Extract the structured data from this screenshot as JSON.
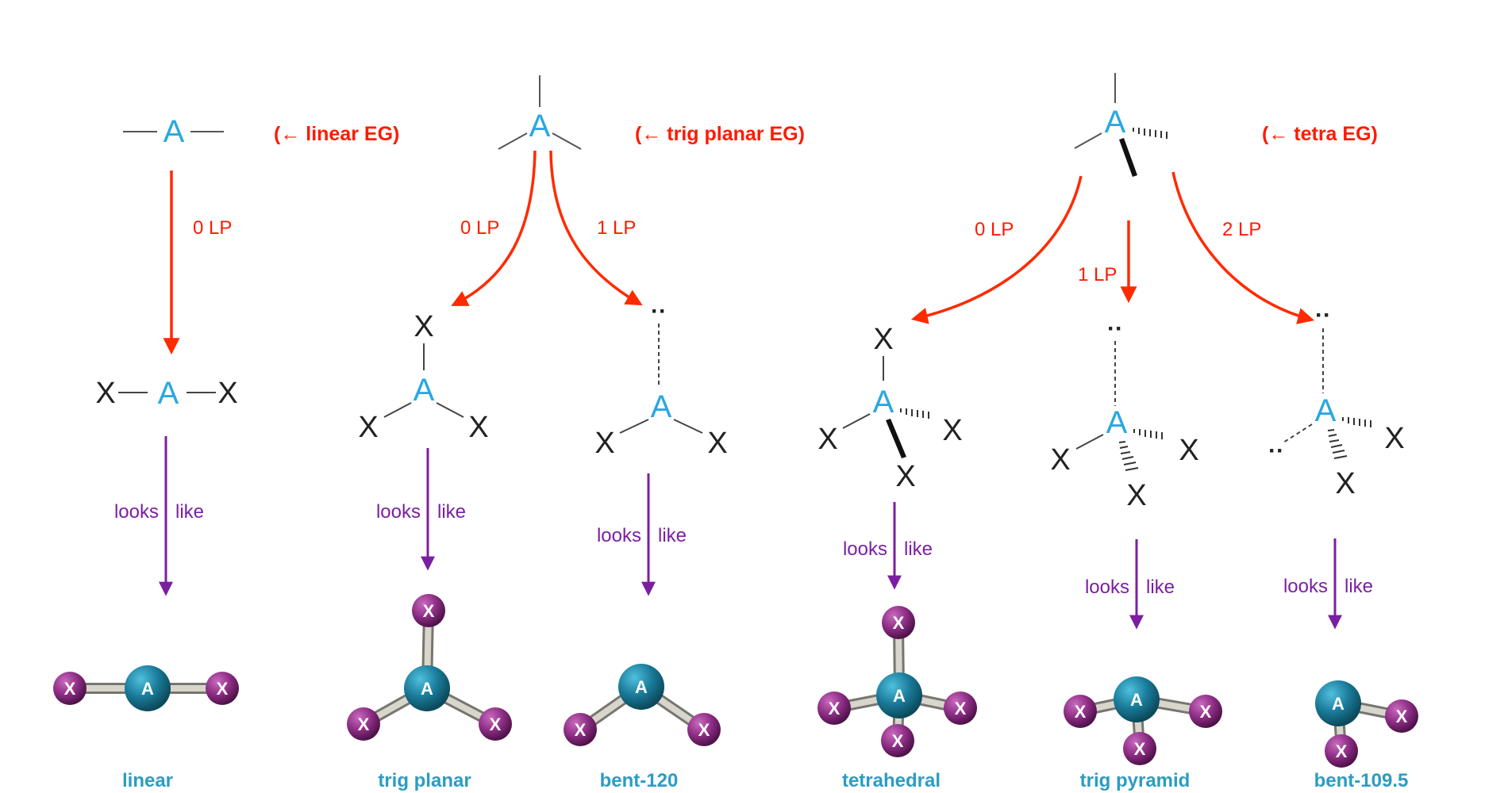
{
  "colors": {
    "red_arrow": "#ff2a00",
    "purple_arrow": "#7b1fa2",
    "central_atom_text": "#29a8e0",
    "central_ball": "#1a7b9a",
    "outer_ball": "#8e2e86",
    "bond_rod": "#b5b3a8",
    "shape_name": "#2c9cc2"
  },
  "central_atom": "A",
  "outer_atom": "X",
  "lone_pair_symbol": "··",
  "electron_groups": {
    "linear": "(← linear EG)",
    "trig_planar": "(← trig planar EG)",
    "tetra": "(← tetra EG)"
  },
  "lone_pair_labels": {
    "linear_0": "0 LP",
    "trig_0": "0 LP",
    "trig_1": "1 LP",
    "tetra_0": "0 LP",
    "tetra_1": "1 LP",
    "tetra_2": "2 LP"
  },
  "looks_like": {
    "left": "looks",
    "right": "like"
  },
  "shapes": [
    {
      "name": "linear"
    },
    {
      "name": "trig planar"
    },
    {
      "name": "bent-120"
    },
    {
      "name": "tetrahedral"
    },
    {
      "name": "trig pyramid"
    },
    {
      "name": "bent-109.5"
    }
  ]
}
